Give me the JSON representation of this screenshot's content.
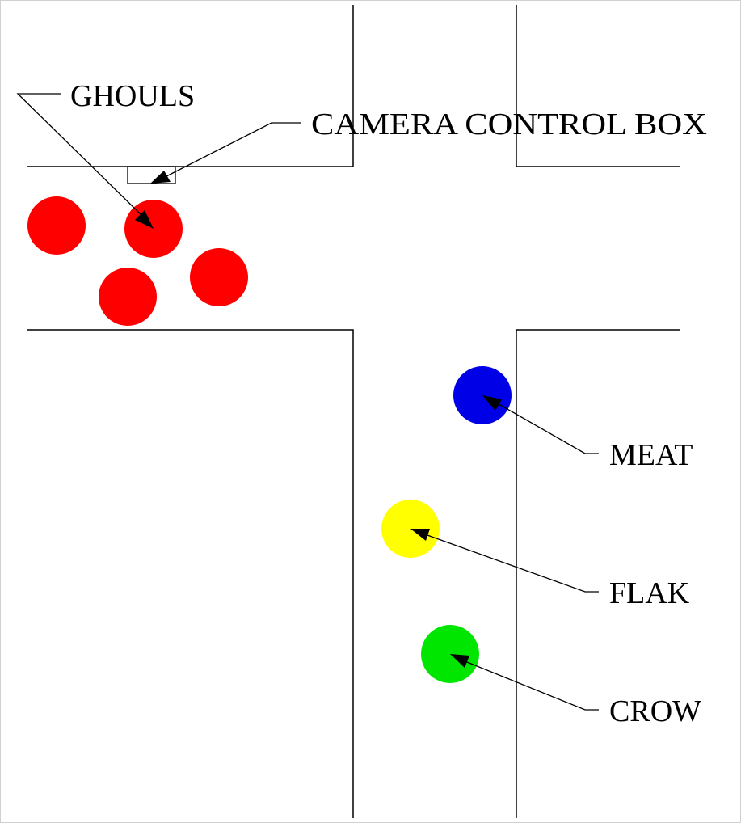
{
  "labels": {
    "ghouls": "GHOULS",
    "camera_control_box": "CAMERA CONTROL BOX",
    "meat": "MEAT",
    "flak": "FLAK",
    "crow": "CROW"
  },
  "colors": {
    "ghoul": "#ff0000",
    "meat": "#0000e6",
    "flak": "#ffff00",
    "crow": "#00e600",
    "lines": "#000000",
    "background": "#ffffff"
  }
}
